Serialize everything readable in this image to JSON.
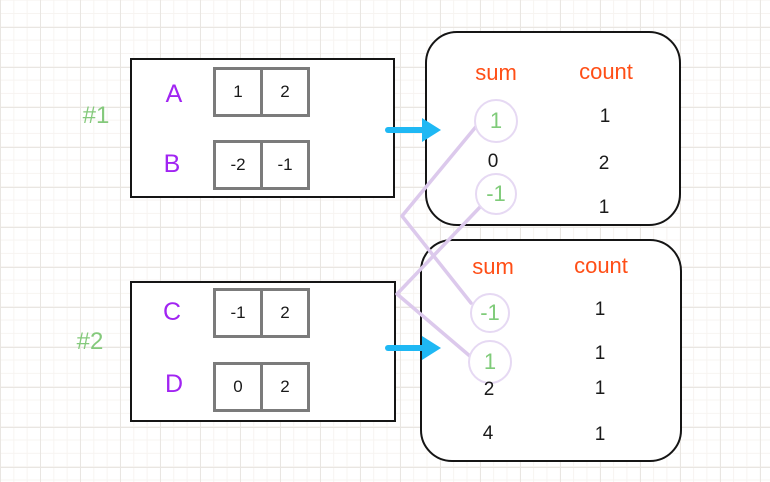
{
  "palette": {
    "array_label_purple": "#a124f2",
    "group_label_green": "#84c97b",
    "circled_sum_green": "#7fcb79",
    "header_orange": "#ff4e16",
    "arrow_cyan": "#1fb8f4",
    "connector_lavender": "#dcc9ec",
    "box_border_black": "#151515",
    "cell_border_gray": "#7b7b7b",
    "text_black": "#1a1a1a"
  },
  "group1": {
    "label": "#1",
    "arrays": [
      {
        "name": "A",
        "cells": [
          "1",
          "2"
        ]
      },
      {
        "name": "B",
        "cells": [
          "-2",
          "-1"
        ]
      }
    ],
    "result": {
      "sum_header": "sum",
      "count_header": "count",
      "rows": [
        {
          "sum": "1",
          "count": "1",
          "circled": true
        },
        {
          "sum": "0",
          "count": "2",
          "circled": false
        },
        {
          "sum": "-1",
          "count": "1",
          "circled": true
        }
      ]
    }
  },
  "group2": {
    "label": "#2",
    "arrays": [
      {
        "name": "C",
        "cells": [
          "-1",
          "2"
        ]
      },
      {
        "name": "D",
        "cells": [
          "0",
          "2"
        ]
      }
    ],
    "result": {
      "sum_header": "sum",
      "count_header": "count",
      "rows": [
        {
          "sum": "-1",
          "count": "1",
          "circled": true
        },
        {
          "sum": "1",
          "count": "1",
          "circled": true
        },
        {
          "sum": "2",
          "count": "1",
          "circled": false
        },
        {
          "sum": "4",
          "count": "1",
          "circled": false
        }
      ]
    }
  },
  "links": [
    {
      "from_group": "#1",
      "from_sum": "1",
      "to_group": "#2",
      "to_sum": "-1"
    },
    {
      "from_group": "#1",
      "from_sum": "-1",
      "to_group": "#2",
      "to_sum": "1"
    }
  ]
}
